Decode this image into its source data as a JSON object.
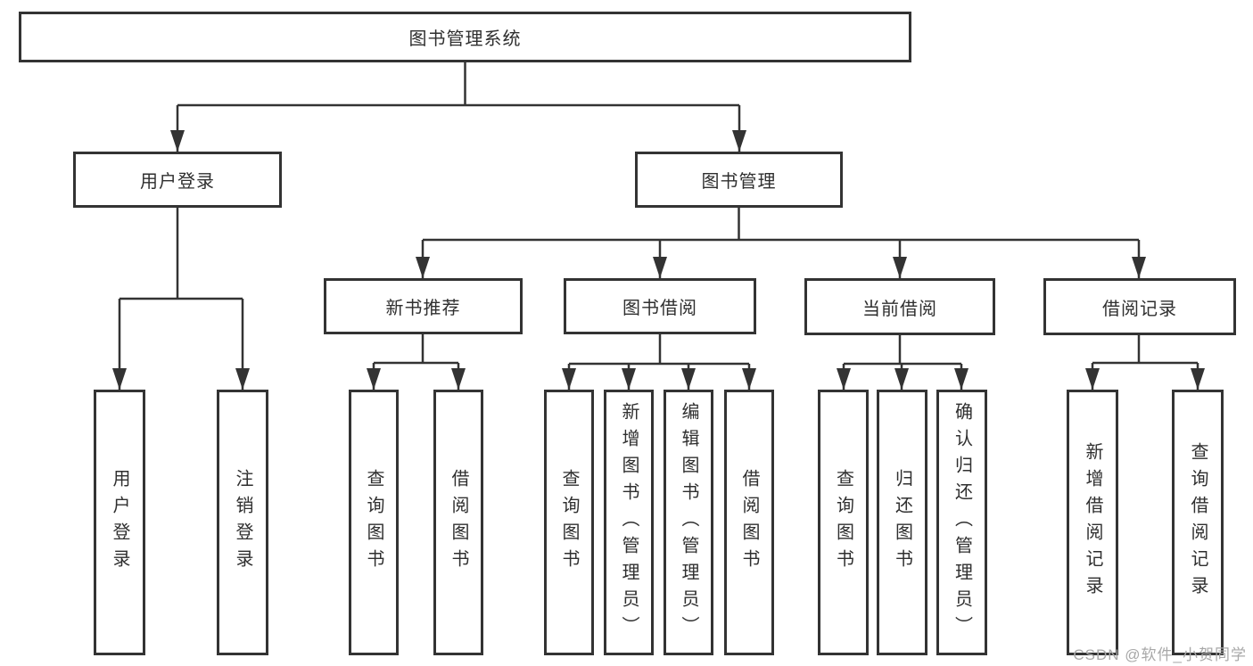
{
  "diagram": {
    "title": "图书管理系统",
    "root": {
      "label": "图书管理系统"
    },
    "branches": [
      {
        "label": "用户登录",
        "children": [
          {
            "label": "用户登录"
          },
          {
            "label": "注销登录"
          }
        ]
      },
      {
        "label": "图书管理",
        "children": [
          {
            "label": "新书推荐",
            "children": [
              {
                "label": "查询图书"
              },
              {
                "label": "借阅图书"
              }
            ]
          },
          {
            "label": "图书借阅",
            "children": [
              {
                "label": "查询图书"
              },
              {
                "label": "新增图书（管理员）"
              },
              {
                "label": "编辑图书（管理员）"
              },
              {
                "label": "借阅图书"
              }
            ]
          },
          {
            "label": "当前借阅",
            "children": [
              {
                "label": "查询图书"
              },
              {
                "label": "归还图书"
              },
              {
                "label": "确认归还（管理员）"
              }
            ]
          },
          {
            "label": "借阅记录",
            "children": [
              {
                "label": "新增借阅记录"
              },
              {
                "label": "查询借阅记录"
              }
            ]
          }
        ]
      }
    ]
  },
  "watermark": {
    "text": "CSDN @软件_小贺同学"
  },
  "colors": {
    "line": "#333333",
    "text": "#2f2f2f",
    "box_background": "#ffffff",
    "watermark": "#a8a8a8",
    "background": "#ffffff"
  }
}
